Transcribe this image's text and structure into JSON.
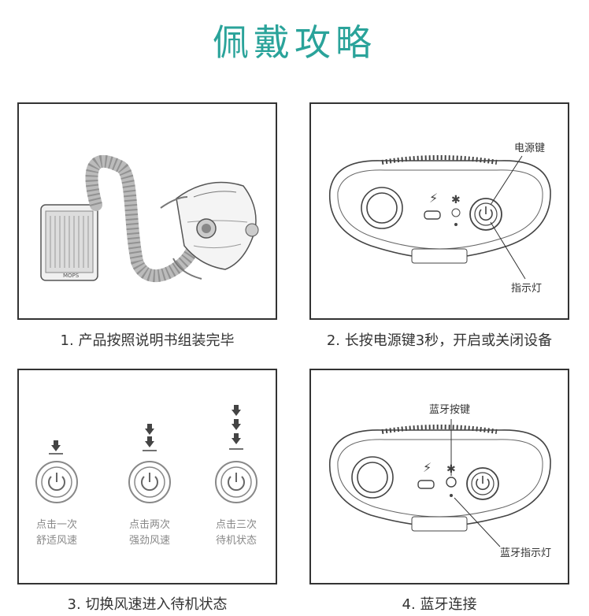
{
  "page_title": "佩戴攻略",
  "step1": {
    "caption": "1. 产品按照说明书组装完毕",
    "logo_text": "MOPS"
  },
  "step2": {
    "caption": "2. 长按电源键3秒，开启或关闭设备",
    "power_label": "电源键",
    "indicator_label": "指示灯"
  },
  "step3": {
    "caption": "3. 切换风速进入待机状态",
    "modes": [
      {
        "line1": "点击一次",
        "line2": "舒适风速",
        "presses": 1
      },
      {
        "line1": "点击两次",
        "line2": "强劲风速",
        "presses": 2
      },
      {
        "line1": "点击三次",
        "line2": "待机状态",
        "presses": 3
      }
    ]
  },
  "step4": {
    "caption": "4. 蓝牙连接",
    "bt_button_label": "蓝牙按键",
    "bt_indicator_label": "蓝牙指示灯"
  }
}
